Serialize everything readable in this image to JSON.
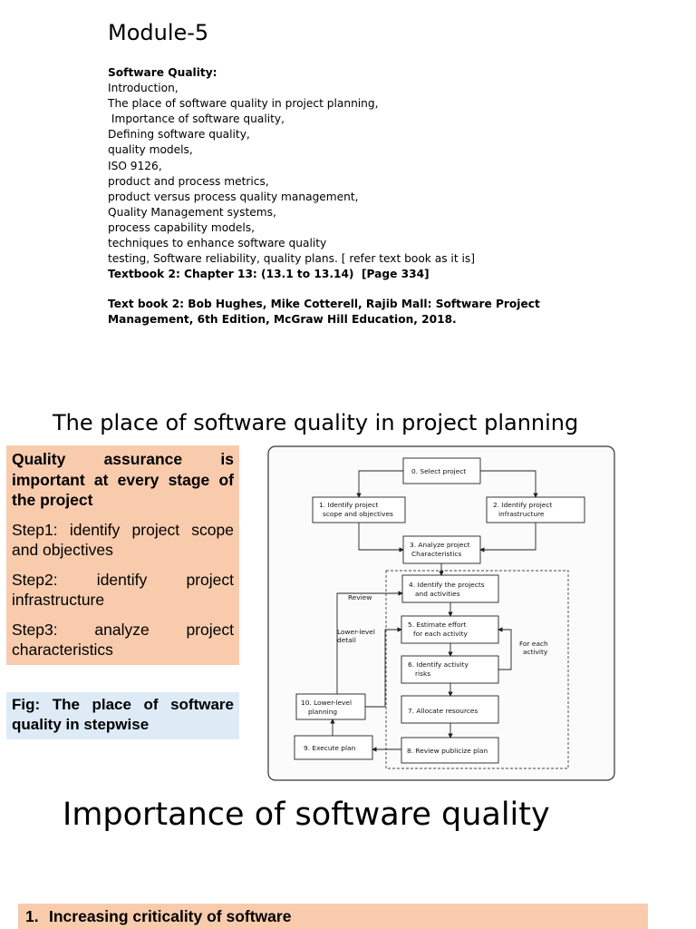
{
  "module": {
    "title": "Module-5",
    "heading": "Software Quality:",
    "topics": [
      "Introduction,",
      "The place of software quality in project planning,",
      " Importance of software quality,",
      "Defining software quality,",
      "quality models,",
      "ISO 9126,",
      "product and process metrics,",
      "product versus process quality management,",
      "Quality Management systems,",
      "process capability models,",
      "techniques to enhance software quality",
      "testing, Software reliability, quality plans. [ refer text book as it is]"
    ],
    "textbook_ref": "Textbook 2: Chapter 13: (13.1 to 13.14)  [Page 334]",
    "textbook_line1": "Text book 2: Bob Hughes, Mike Cotterell, Rajib Mall: Software Project",
    "textbook_line2": "Management, 6th Edition, McGraw Hill Education, 2018."
  },
  "section2": {
    "title": "The place of software quality in project planning",
    "qa_head": "Quality assurance is important at every stage of the project",
    "steps": [
      "Step1: identify project scope and objectives",
      "Step2: identify project infrastructure",
      "Step3: analyze project characteristics"
    ],
    "fig_caption": "Fig: The place of software quality in stepwise"
  },
  "diagram": {
    "boxes": {
      "b0": "0. Select project",
      "b1a": "1. Identify project",
      "b1b": "scope and objectives",
      "b2a": "2. Identify project",
      "b2b": "infrastructure",
      "b3a": "3. Analyze project",
      "b3b": "Characteristics",
      "b4a": "4. Identify the projects",
      "b4b": "and activities",
      "b5a": "5. Estimate effort",
      "b5b": "for each activity",
      "b6a": "6. Identify activity",
      "b6b": "risks",
      "b7": "7. Allocate resources",
      "b8": "8. Review publicize plan",
      "b9": "9. Execute plan",
      "b10a": "10. Lower-level",
      "b10b": "planning"
    },
    "labels": {
      "review": "Review",
      "lower1": "Lower-level",
      "lower2": "detail",
      "each1": "For each",
      "each2": "activity"
    }
  },
  "section3": {
    "title": "Importance of software quality",
    "item_number": "1.",
    "item_text": "Increasing criticality of software"
  }
}
